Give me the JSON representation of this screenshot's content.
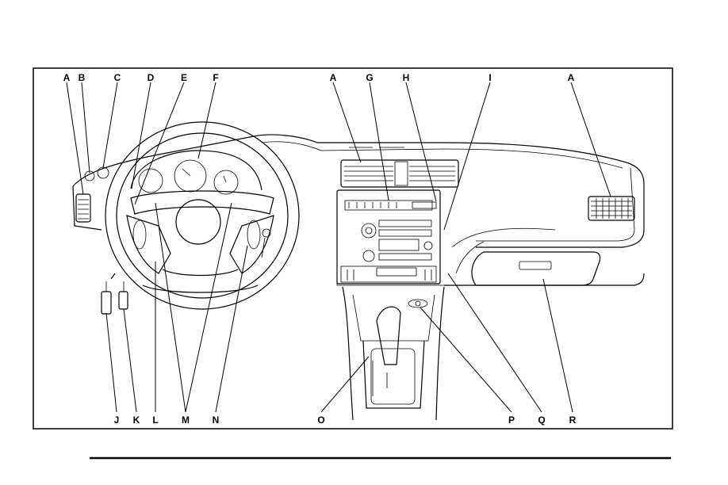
{
  "figure": {
    "callouts_top": [
      {
        "id": "A1",
        "letter": "A"
      },
      {
        "id": "B",
        "letter": "B"
      },
      {
        "id": "C",
        "letter": "C"
      },
      {
        "id": "D",
        "letter": "D"
      },
      {
        "id": "E",
        "letter": "E"
      },
      {
        "id": "F",
        "letter": "F"
      },
      {
        "id": "A2",
        "letter": "A"
      },
      {
        "id": "G",
        "letter": "G"
      },
      {
        "id": "H",
        "letter": "H"
      },
      {
        "id": "I",
        "letter": "I"
      },
      {
        "id": "A3",
        "letter": "A"
      }
    ],
    "callouts_bottom": [
      {
        "id": "J",
        "letter": "J"
      },
      {
        "id": "K",
        "letter": "K"
      },
      {
        "id": "L",
        "letter": "L"
      },
      {
        "id": "M",
        "letter": "M"
      },
      {
        "id": "N",
        "letter": "N"
      },
      {
        "id": "O",
        "letter": "O"
      },
      {
        "id": "P",
        "letter": "P"
      },
      {
        "id": "Q",
        "letter": "Q"
      },
      {
        "id": "R",
        "letter": "R"
      }
    ],
    "colors": {
      "line": "#000000",
      "background": "#ffffff"
    }
  }
}
